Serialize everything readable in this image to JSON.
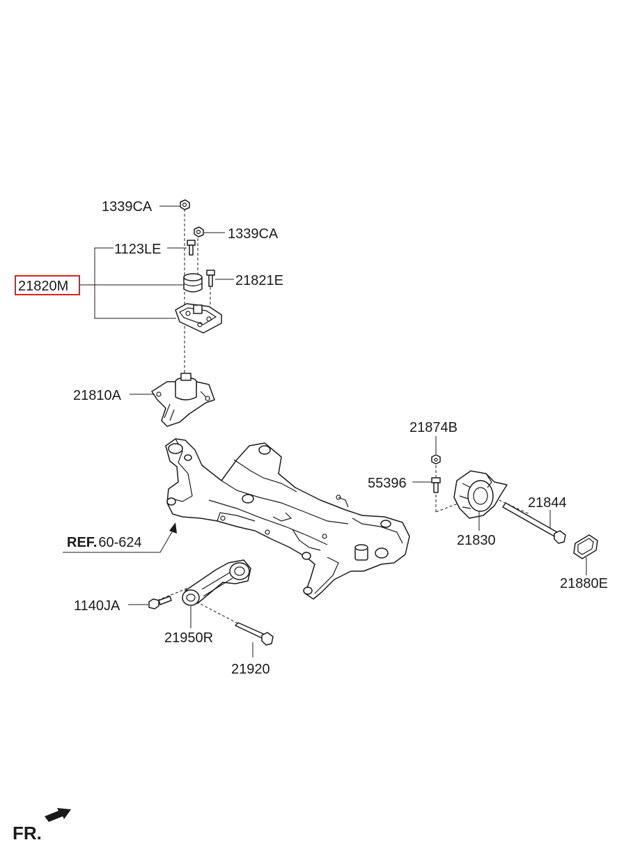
{
  "labels": {
    "p1339ca_top": "1339CA",
    "p1339ca_right": "1339CA",
    "p1123le": "1123LE",
    "p21820m": "21820M",
    "p21821e": "21821E",
    "p21810a": "21810A",
    "p21874b": "21874B",
    "p55396": "55396",
    "p21844": "21844",
    "p21830": "21830",
    "p21880e": "21880E",
    "ref_prefix": "REF.",
    "ref_code": "60-624",
    "p1140ja": "1140JA",
    "p21950r": "21950R",
    "p21920": "21920",
    "fr": "FR."
  },
  "highlight": {
    "part": "21820M",
    "color": "#e0201b"
  }
}
